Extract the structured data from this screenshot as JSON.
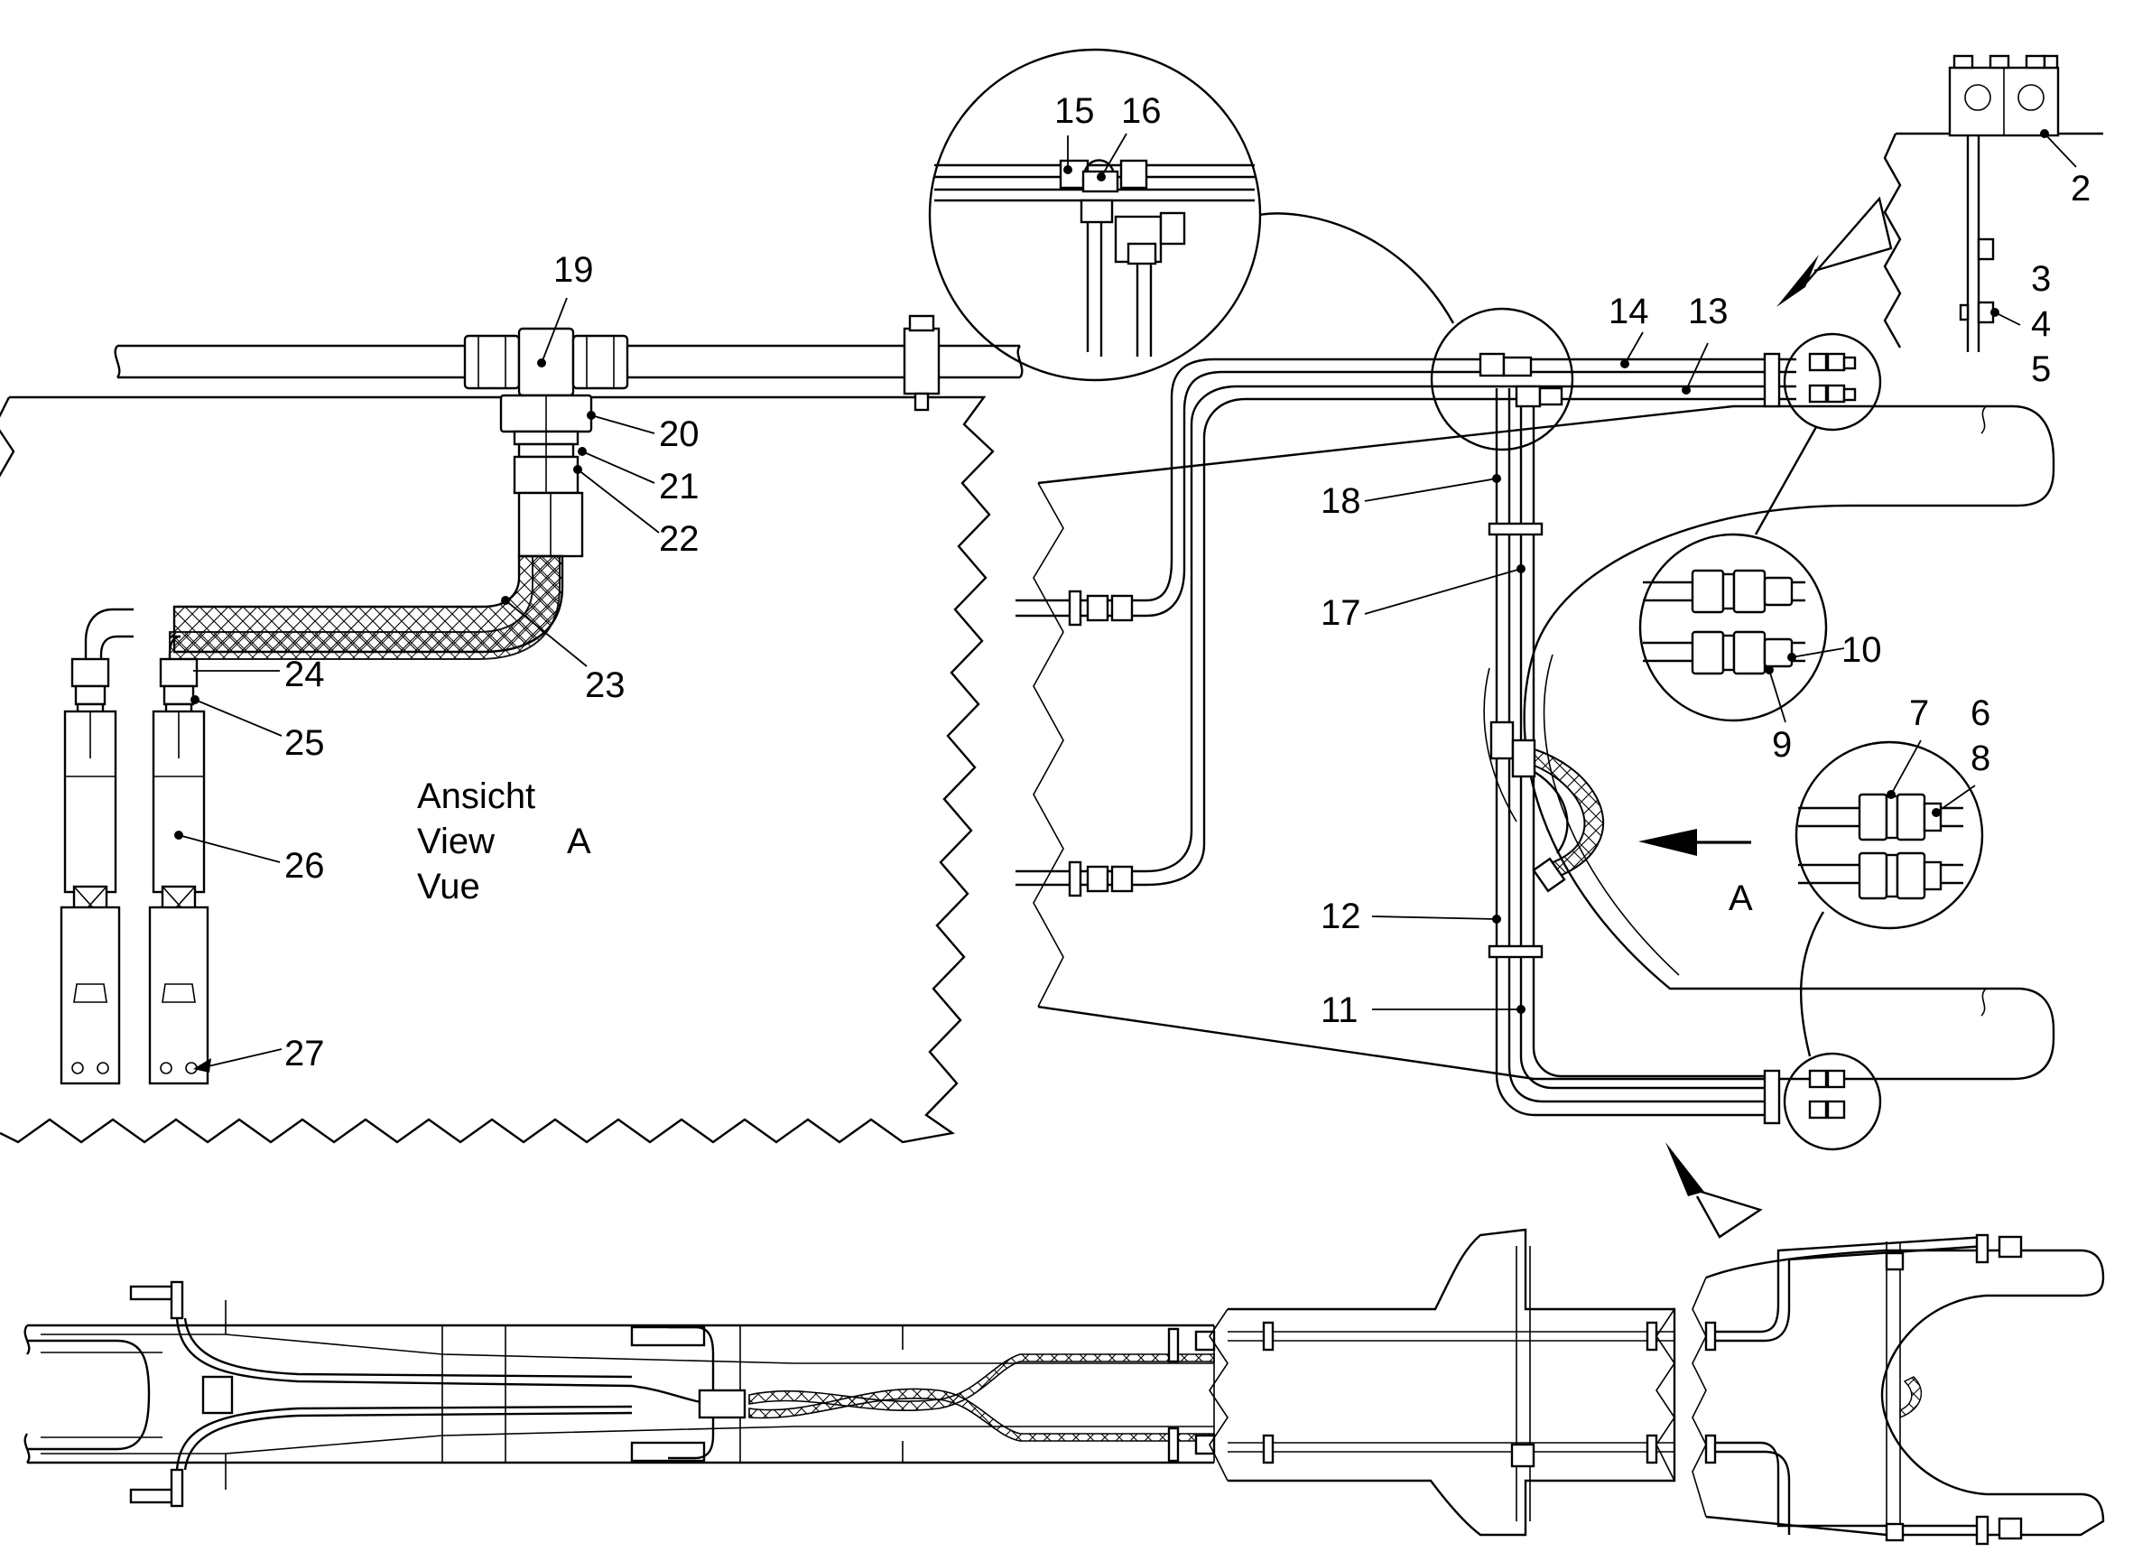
{
  "diagram": {
    "callouts": [
      "2",
      "3",
      "4",
      "5",
      "6",
      "7",
      "8",
      "9",
      "10",
      "11",
      "12",
      "13",
      "14",
      "15",
      "16",
      "17",
      "18",
      "19",
      "20",
      "21",
      "22",
      "23",
      "24",
      "25",
      "26",
      "27"
    ],
    "view_label": {
      "lines": [
        "Ansicht",
        "View",
        "Vue"
      ],
      "letter": "A"
    },
    "view_arrow_letter": "A"
  }
}
